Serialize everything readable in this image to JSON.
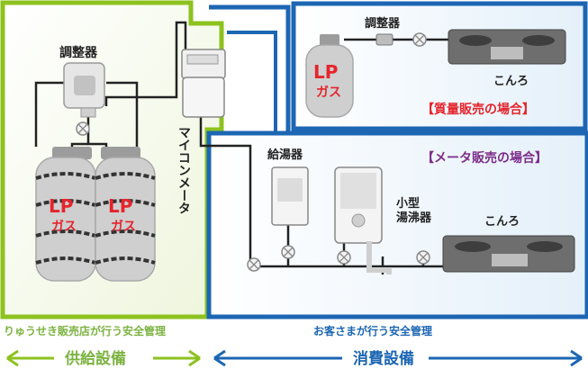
{
  "supply": {
    "regulator_label": "調整器",
    "meter_label": "マイコンメータ",
    "cylinder_lp": "LP",
    "cylinder_gas": "ガス",
    "management": "りゅうせき販売店が行う安全管理",
    "section_label": "供給設備"
  },
  "consumer": {
    "management": "お客さまが行う安全管理",
    "section_label": "消費設備",
    "weight_sale": {
      "regulator_label": "調整器",
      "stove_label": "こんろ",
      "caption": "【質量販売の場合】",
      "cylinder_lp": "LP",
      "cylinder_gas": "ガス"
    },
    "meter_sale": {
      "caption": "【メータ販売の場合】",
      "water_heater_label": "給湯器",
      "small_heater_label_1": "小型",
      "small_heater_label_2": "湯沸器",
      "stove_label": "こんろ"
    }
  },
  "colors": {
    "green": "#8dc21f",
    "green_text": "#7cb342",
    "blue": "#1c66b3",
    "purple": "#7d2c8a",
    "red": "#e5242c",
    "panel": "#f4f8e8",
    "panel_blue": "#e9f3fb"
  }
}
